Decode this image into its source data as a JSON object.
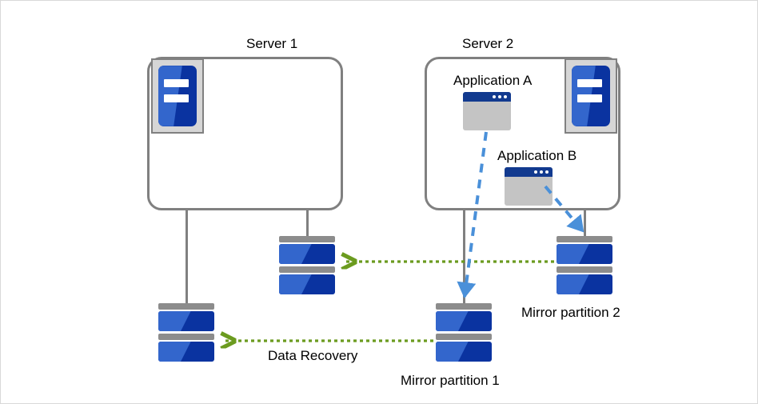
{
  "diagram": {
    "title_server1": "Server 1",
    "title_server2": "Server 2",
    "app_a_label": "Application A",
    "app_b_label": "Application B",
    "mirror1_label": "Mirror partition 1",
    "mirror2_label": "Mirror partition 2",
    "data_recovery_label": "Data Recovery",
    "colors": {
      "frame_border": "#d9d9d9",
      "server_box_border": "#808080",
      "rack_bg": "#d6d6d6",
      "blue_dark": "#0a33a0",
      "blue_light": "#3366cc",
      "window_title": "#123a8f",
      "window_body": "#c4c4c4",
      "disk_cap": "#8c8c8c",
      "arrow_green": "#6b9b1f",
      "arrow_blue": "#4a90d9",
      "connector_gray": "#808080",
      "text": "#000000"
    },
    "arrows": {
      "green_recovery_top": "mirror-partition-2 to server1-disk-upper",
      "green_recovery_bottom": "mirror-partition-1 to server1-disk-lower",
      "blue_app_a": "Application A to Mirror partition 1",
      "blue_app_b": "Application B to Mirror partition 2"
    },
    "icons": {
      "server_rack": "server-rack-icon",
      "app_window": "application-window-icon",
      "disk": "disk-partition-icon"
    }
  }
}
